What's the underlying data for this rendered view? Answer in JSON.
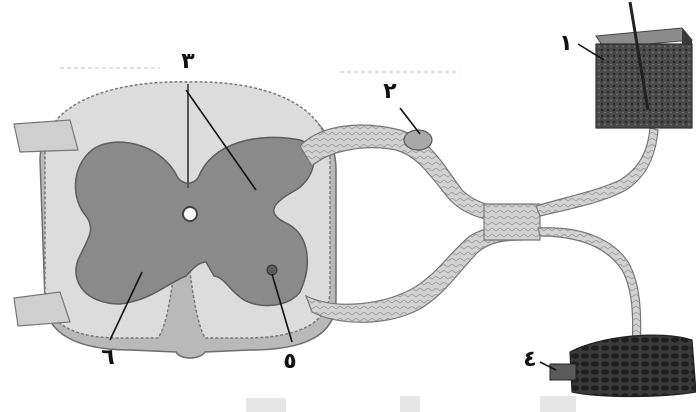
{
  "labels": {
    "l1": "١",
    "l2": "٢",
    "l3": "٣",
    "l4": "٤",
    "l5": "٥",
    "l6": "٦"
  },
  "colors": {
    "grey_matter": "#8a8a8a",
    "white_matter": "#dcdcdc",
    "outline": "#6e6e6e",
    "nerve": "#c9c9c9",
    "skin": "#5a5a5a",
    "muscle": "#2f2f2f"
  }
}
